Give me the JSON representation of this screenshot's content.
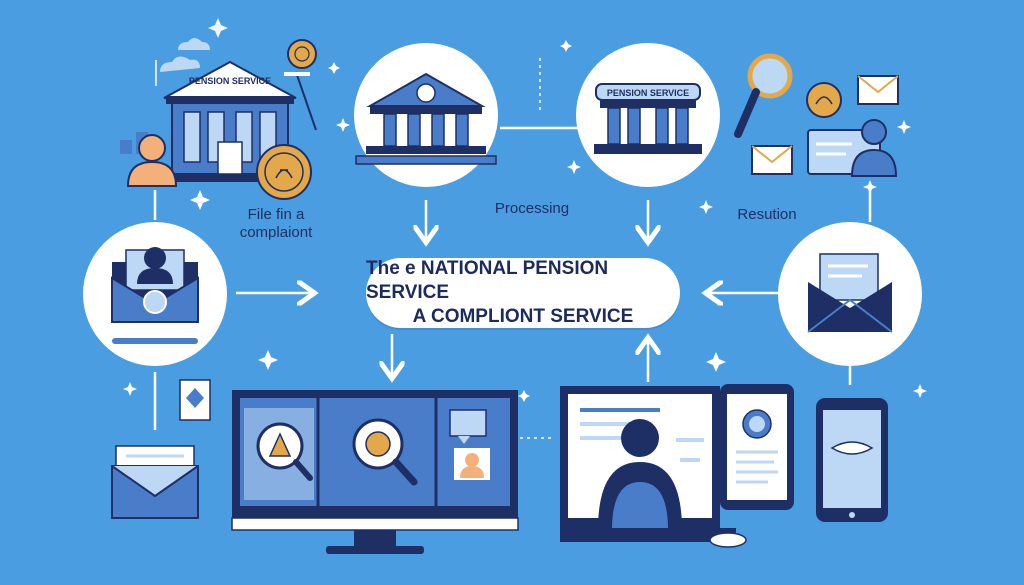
{
  "diagram": {
    "center": {
      "line1": "The e NATIONAL PENSION SERVICE",
      "line2": "A COMPLIONT SERVICE"
    },
    "steps": [
      {
        "line1": "File fin a",
        "line2": "complaiont"
      },
      {
        "line1": "Processing",
        "line2": ""
      },
      {
        "line1": "Resution",
        "line2": ""
      }
    ],
    "signs": {
      "building": "PENSION SERVICE",
      "pediment": "PENSION SERVICE"
    },
    "colors": {
      "background": "#4a9de0",
      "navy": "#1e2f66",
      "mid_blue": "#4a7dc9",
      "light_blue": "#bcd8f5",
      "gold": "#e2a84a",
      "skin": "#f3b07a",
      "white": "#ffffff"
    }
  }
}
